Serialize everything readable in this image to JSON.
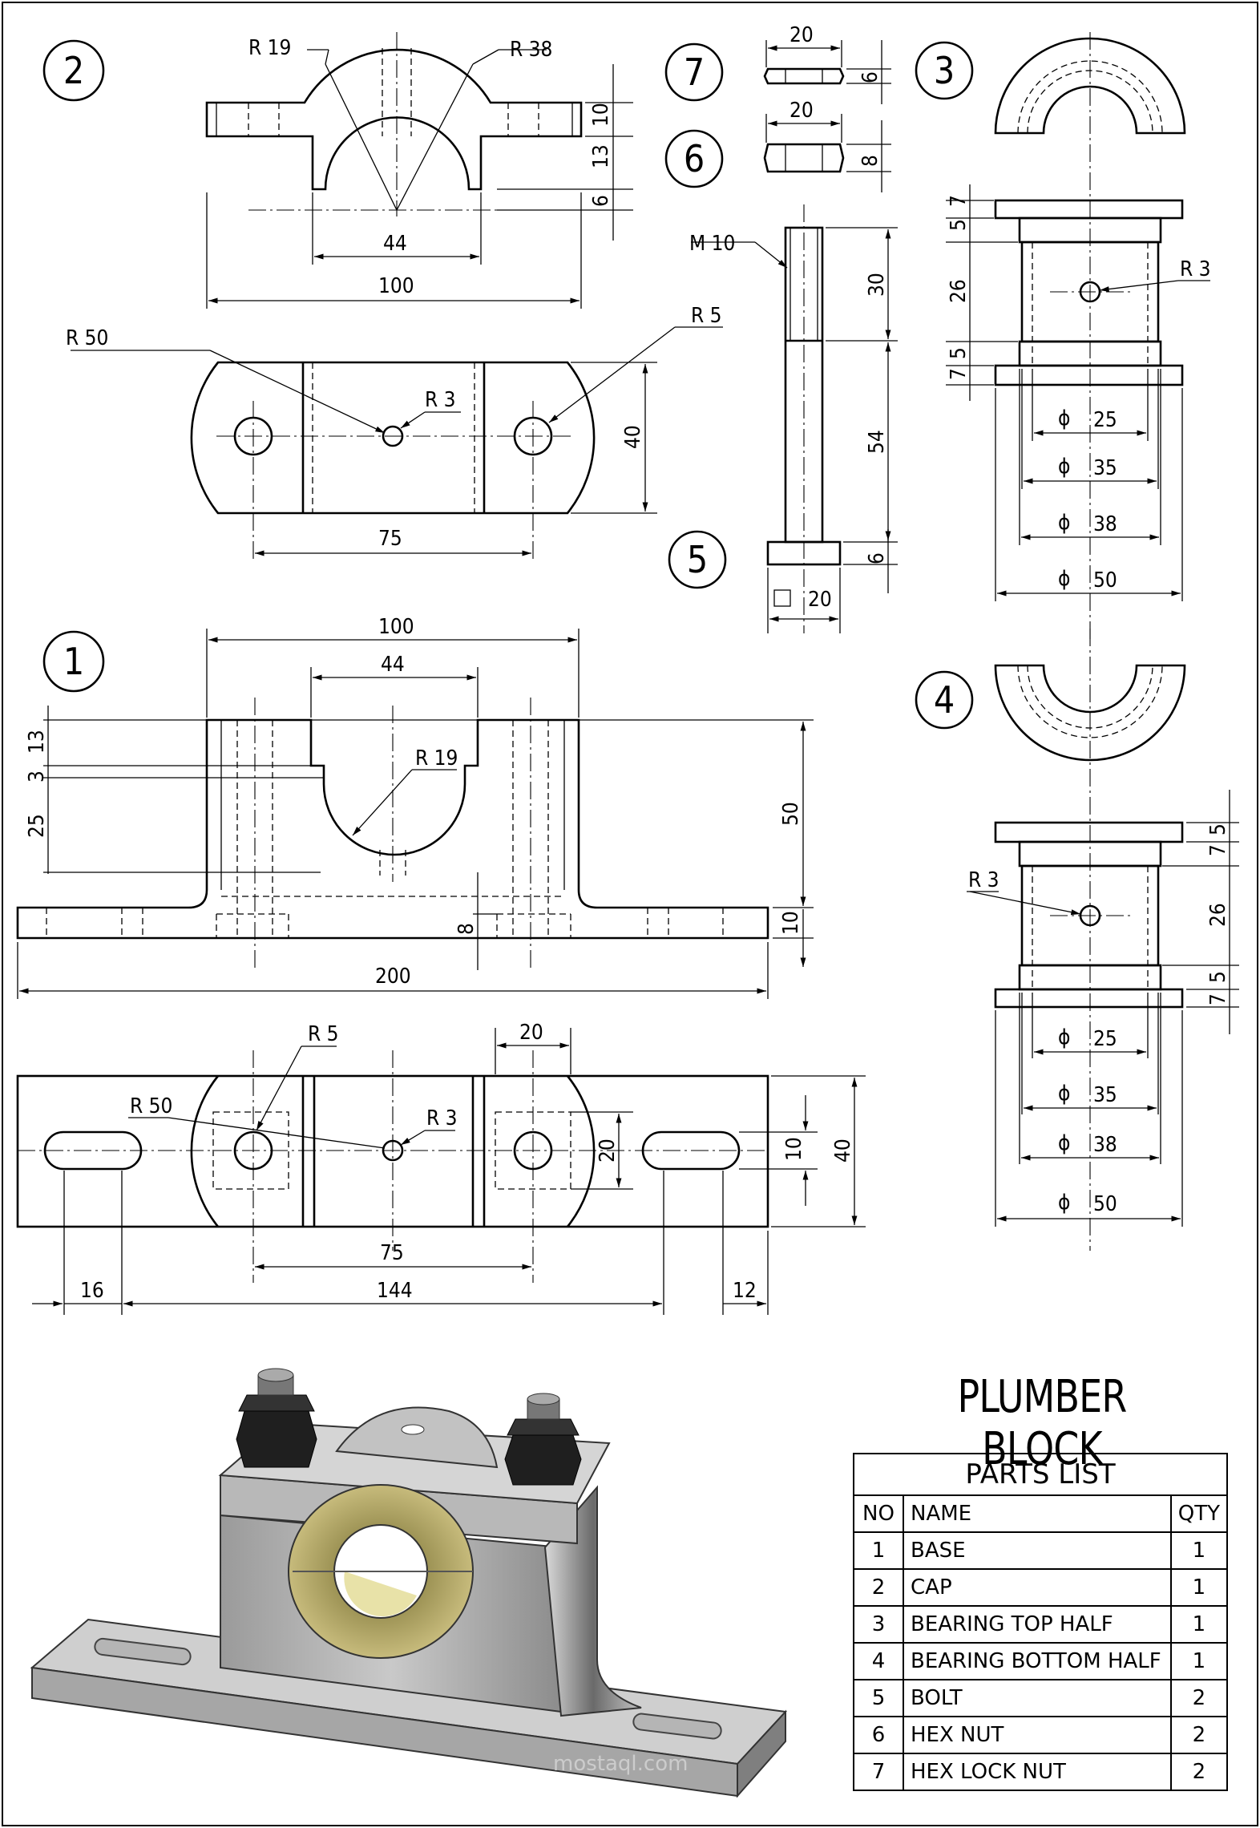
{
  "title": "PLUMBER BLOCK",
  "parts_list": {
    "caption": "PARTS LIST",
    "headers": [
      "NO",
      "NAME",
      "QTY"
    ],
    "rows": [
      {
        "no": "1",
        "name": "BASE",
        "qty": "1"
      },
      {
        "no": "2",
        "name": "CAP",
        "qty": "1"
      },
      {
        "no": "3",
        "name": "BEARING TOP HALF",
        "qty": "1"
      },
      {
        "no": "4",
        "name": "BEARING BOTTOM HALF",
        "qty": "1"
      },
      {
        "no": "5",
        "name": "BOLT",
        "qty": "2"
      },
      {
        "no": "6",
        "name": "HEX NUT",
        "qty": "2"
      },
      {
        "no": "7",
        "name": "HEX LOCK NUT",
        "qty": "2"
      }
    ]
  },
  "view_numbers": {
    "v1": "1",
    "v2": "2",
    "v3": "3",
    "v4": "4",
    "v5": "5",
    "v6": "6",
    "v7": "7"
  },
  "dims": {
    "cap": {
      "r19": "R 19",
      "r38": "R 38",
      "d44": "44",
      "d100": "100",
      "d10": "10",
      "d13": "13",
      "d6": "6",
      "r50": "R 50",
      "r5": "R 5",
      "r3": "R 3",
      "d40": "40",
      "d75": "75"
    },
    "nuts": {
      "w7": "20",
      "h7": "6",
      "w6": "20",
      "h6": "8"
    },
    "bolt": {
      "m10": "M 10",
      "d30": "30",
      "d54": "54",
      "d6": "6",
      "sq20": "20"
    },
    "brg_top": {
      "d7": "7",
      "d5": "5",
      "d26": "26",
      "d5b": "5",
      "d7b": "7",
      "r3": "R 3",
      "phi25": "25",
      "phi35": "35",
      "phi38": "38",
      "phi50": "50"
    },
    "base_front": {
      "d100": "100",
      "d44": "44",
      "d13": "13",
      "d3": "3",
      "d25": "25",
      "r19": "R 19",
      "d50": "50",
      "d10": "10",
      "d8": "8",
      "d200": "200"
    },
    "base_top": {
      "r5": "R 5",
      "d20top": "20",
      "r50": "R 50",
      "r3": "R 3",
      "d20": "20",
      "d10": "10",
      "d40": "40",
      "d75": "75",
      "d16": "16",
      "d144": "144",
      "d12": "12"
    },
    "brg_bot": {
      "r3": "R 3",
      "d5": "5",
      "d7": "7",
      "d26": "26",
      "d5b": "5",
      "d7b": "7",
      "phi25": "25",
      "phi35": "35",
      "phi38": "38",
      "phi50": "50"
    }
  },
  "phi_symbol": "ϕ",
  "watermark": "mostaql.com"
}
